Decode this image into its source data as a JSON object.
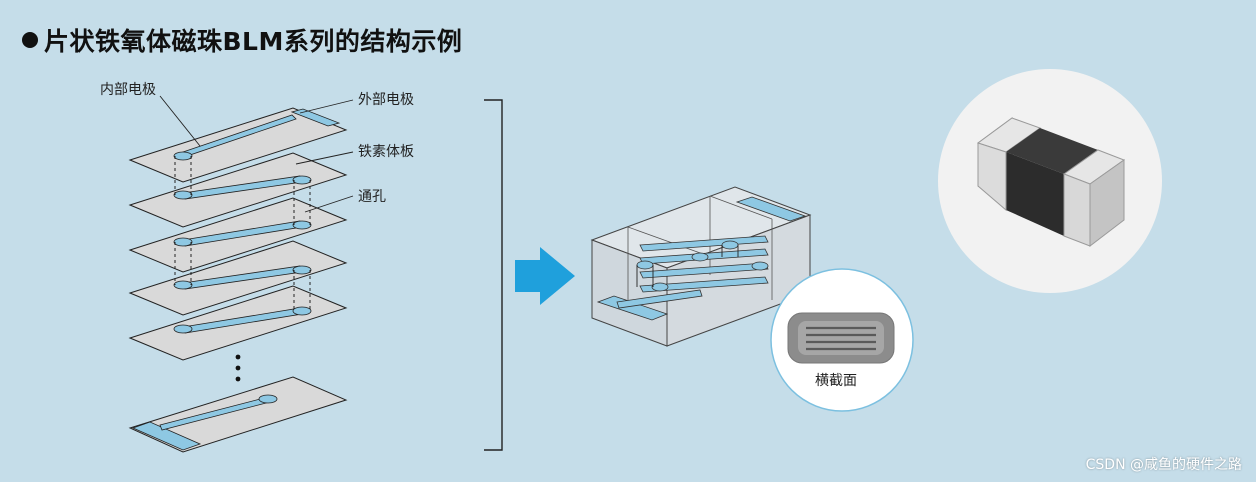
{
  "title": "片状铁氧体磁珠BLM系列的结构示例",
  "labels": {
    "internal_electrode": "内部电极",
    "external_electrode": "外部电极",
    "ferrite_sheet": "铁素体板",
    "via_hole": "通孔",
    "cross_section": "横截面"
  },
  "watermark": "CSDN @咸鱼的硬件之路",
  "colors": {
    "background": "#c5dde9",
    "sheet": "#d9d9d9",
    "electrode": "#8ec8e3",
    "arrow": "#1fa0dc",
    "chip_dark": "#2c2c2c",
    "chip_end": "#d8d8d8"
  },
  "icons": {
    "arrow": "right-arrow-icon"
  }
}
